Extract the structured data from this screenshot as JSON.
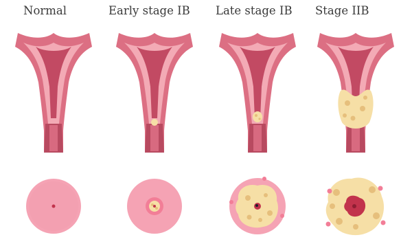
{
  "stages": [
    {
      "label": "Normal"
    },
    {
      "label": "Early stage IB"
    },
    {
      "label": "Late stage IB"
    },
    {
      "label": "Stage IIB"
    }
  ],
  "colors": {
    "uterus_outer": "#dc6f83",
    "uterus_inner": "#f3aab5",
    "cavity": "#c24a63",
    "cervix_canal": "#b84a60",
    "tumor": "#f6dfa6",
    "tumor_spot": "#e6bf7c",
    "disc_pink": "#f5a3b4",
    "lesion_red": "#c2334c"
  }
}
